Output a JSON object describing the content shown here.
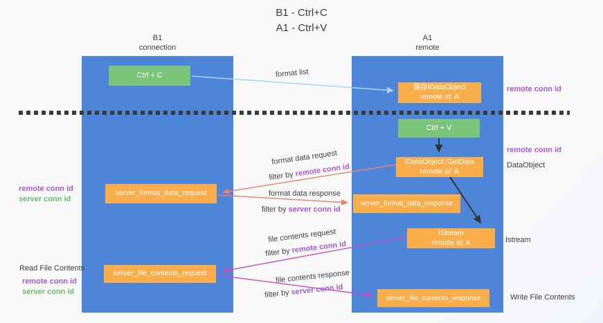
{
  "title": {
    "line1": "B1 - Ctrl+C",
    "line2": "A1 - Ctrl+V"
  },
  "lanes": {
    "left": {
      "title": "B1",
      "subtitle": "connection"
    },
    "right": {
      "title": "A1",
      "subtitle": "remote"
    }
  },
  "nodes": {
    "ctrl_c": {
      "label": "Ctrl + C"
    },
    "save_idataobject": {
      "line1": "保存IDataObject",
      "line2": "remote id: A"
    },
    "ctrl_v": {
      "label": "Ctrl + V"
    },
    "getdata": {
      "line1": "IDataObject::GetData",
      "line2": "remote id: A"
    },
    "format_request": {
      "label": "server_format_data_request"
    },
    "format_response": {
      "label": "server_format_data_response"
    },
    "istream": {
      "line1": "IStream",
      "line2": "remote id: A"
    },
    "file_request": {
      "label": "server_file_contents_request"
    },
    "file_response": {
      "label": "server_file_contents_response"
    }
  },
  "edge_labels": {
    "format_list": "format list",
    "format_data_request": "format data request",
    "format_data_response": "format data response",
    "file_contents_request": "file contents request",
    "file_contents_response": "file contents response",
    "filter_by": "filter by",
    "remote_conn_id": "remote conn id",
    "server_conn_id": "server conn id"
  },
  "side_labels": {
    "remote_conn_id": "remote conn id",
    "server_conn_id": "server conn id",
    "read_file_contents": "Read File Contents",
    "dataobject": "DataObject",
    "istream": "Istream",
    "write_file_contents": "Write File Contents"
  },
  "colors": {
    "lane_blue": "#4d86d8",
    "node_green": "#7bc47c",
    "node_orange": "#f9ae4b",
    "arrow_light_blue": "#a9d3f2",
    "arrow_red": "#e87f72",
    "arrow_magenta": "#c94fc1",
    "arrow_black": "#333333",
    "text_purple": "#a45bc8",
    "text_green": "#65bd6d"
  }
}
